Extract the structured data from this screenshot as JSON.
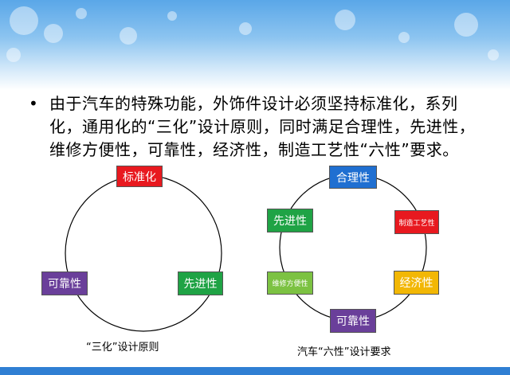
{
  "bullet": {
    "text": "由于汽车的特殊功能，外饰件设计必须坚持标准化，系列化，通用化的“三化”设计原则，同时满足合理性，先进性，维修方便性，可靠性，经济性，制造工艺性“六性”要求。"
  },
  "left_diagram": {
    "caption": "“三化”设计原则",
    "nodes": [
      {
        "label": "标准化",
        "color": "#e8191f"
      },
      {
        "label": "先进性",
        "color": "#1fa345"
      },
      {
        "label": "可靠性",
        "color": "#6a3f9a"
      }
    ]
  },
  "right_diagram": {
    "caption": "汽车“六性”设计要求",
    "nodes": [
      {
        "label": "合理性",
        "color": "#1f6fd1"
      },
      {
        "label": "制造工艺性",
        "color": "#e8191f"
      },
      {
        "label": "经济性",
        "color": "#f2b705"
      },
      {
        "label": "可靠性",
        "color": "#6a3f9a"
      },
      {
        "label": "维修方便性",
        "color": "#7cc242"
      },
      {
        "label": "先进性",
        "color": "#1fa345"
      }
    ]
  }
}
